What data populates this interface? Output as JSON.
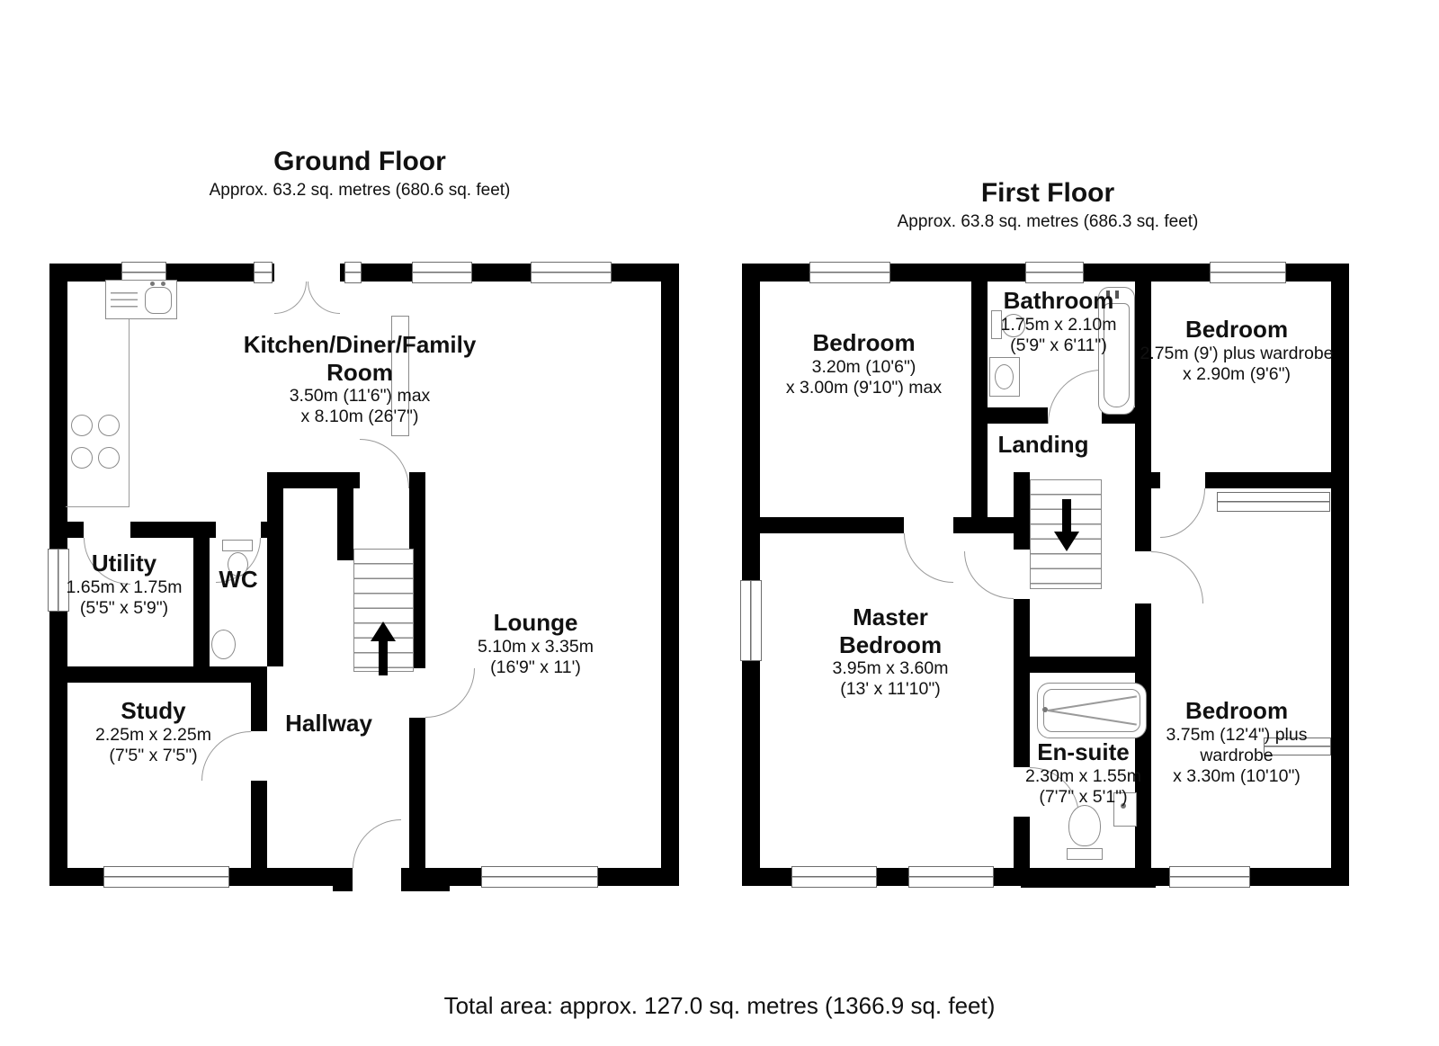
{
  "page": {
    "total_area": "Total area: approx. 127.0 sq. metres (1366.9 sq. feet)"
  },
  "colors": {
    "wall": "#000000",
    "fixture_line": "#8a8a8a",
    "text": "#111111"
  },
  "ground_floor": {
    "title": "Ground Floor",
    "subtitle": "Approx. 63.2 sq. metres (680.6 sq. feet)",
    "kitchen": {
      "name": "Kitchen/Diner/Family Room",
      "dims1": "3.50m (11'6\") max",
      "dims2": "x 8.10m (26'7\")"
    },
    "utility": {
      "name": "Utility",
      "dims1": "1.65m x 1.75m",
      "dims2": "(5'5\" x 5'9\")"
    },
    "wc": {
      "name": "WC"
    },
    "study": {
      "name": "Study",
      "dims1": "2.25m x 2.25m",
      "dims2": "(7'5\" x 7'5\")"
    },
    "hallway": {
      "name": "Hallway"
    },
    "lounge": {
      "name": "Lounge",
      "dims1": "5.10m x 3.35m",
      "dims2": "(16'9\" x 11')"
    }
  },
  "first_floor": {
    "title": "First Floor",
    "subtitle": "Approx. 63.8 sq. metres (686.3 sq. feet)",
    "bedroom_top_left": {
      "name": "Bedroom",
      "dims1": "3.20m (10'6\")",
      "dims2": "x 3.00m (9'10\") max"
    },
    "bathroom": {
      "name": "Bathroom",
      "dims1": "1.75m x 2.10m",
      "dims2": "(5'9\" x 6'11\")"
    },
    "bedroom_top_right": {
      "name": "Bedroom",
      "dims1": "2.75m (9') plus wardrobe",
      "dims2": "x 2.90m (9'6\")"
    },
    "landing": {
      "name": "Landing"
    },
    "master_bedroom": {
      "name": "Master Bedroom",
      "dims1": "3.95m x 3.60m",
      "dims2": "(13' x 11'10\")"
    },
    "ensuite": {
      "name": "En-suite",
      "dims1": "2.30m x 1.55m",
      "dims2": "(7'7\" x 5'1\")"
    },
    "bedroom_bottom_right": {
      "name": "Bedroom",
      "dims1": "3.75m (12'4\") plus wardrobe",
      "dims2": "x 3.30m (10'10\")"
    }
  }
}
